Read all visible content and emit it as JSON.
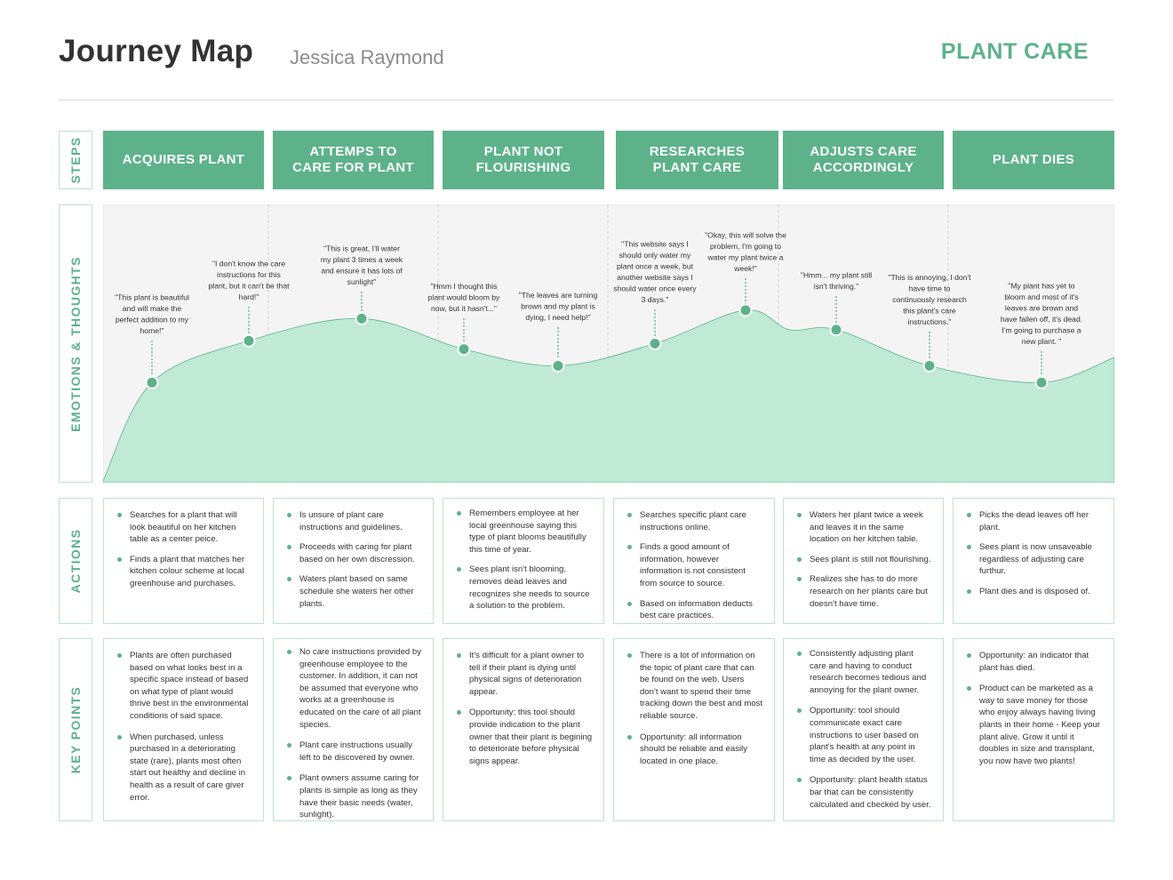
{
  "header": {
    "title": "Journey Map",
    "subtitle": "Jessica Raymond",
    "brand": "PLANT CARE"
  },
  "row_labels": {
    "steps": "STEPS",
    "emotions": "EMOTIONS & THOUGHTS",
    "actions": "ACTIONS",
    "key_points": "KEY POINTS"
  },
  "steps": [
    "ACQUIRES PLANT",
    "ATTEMPS TO\nCARE FOR PLANT",
    "PLANT NOT\nFLOURISHING",
    "RESEARCHES\nPLANT CARE",
    "ADJUSTS CARE\nACCORDINGLY",
    "PLANT DIES"
  ],
  "chart_data": {
    "type": "area",
    "description_points": [
      {
        "quote": [
          "\"This plant is beautiful",
          "and will make the",
          "perfect addition to my",
          "home!\""
        ],
        "level": 0.36
      },
      {
        "quote": [
          "\"I don't know the care",
          "instructions for this",
          "plant, but it can't be that",
          "hard!\""
        ],
        "level": 0.51
      },
      {
        "quote": [
          "\"This is great, I'll water",
          "my plant 3 times a week",
          "and ensure it has lots of",
          "sunlight\""
        ],
        "level": 0.59
      },
      {
        "quote": [
          "\"Hmm I thought this",
          "plant would bloom by",
          "now, but it hasn't...\""
        ],
        "level": 0.48
      },
      {
        "quote": [
          "\"The leaves are turning",
          "brown and my plant is",
          "dying, I need help!\""
        ],
        "level": 0.42
      },
      {
        "quote": [
          "\"This website says I",
          "should only water my",
          "plant once a week, but",
          "another website says I",
          "should water once every",
          "3 days.\""
        ],
        "level": 0.5
      },
      {
        "quote": [
          "\"Okay, this will solve the",
          "problem, I'm going to",
          "water my plant twice a",
          "week!\""
        ],
        "level": 0.62
      },
      {
        "quote": [
          "\"Hmm... my plant still",
          "isn't thriving.\""
        ],
        "level": 0.55
      },
      {
        "quote": [
          "\"This is annoying, I don't",
          "have time to",
          "continuously research",
          "this plant's care",
          "instructions.\""
        ],
        "level": 0.42
      },
      {
        "quote": [
          "\"My plant has yet to",
          "bloom and most of it's",
          "leaves are brown and",
          "have fallen off, it's dead.",
          "I'm going to purchase a",
          "new plant. \""
        ],
        "level": 0.36
      }
    ]
  },
  "actions": [
    [
      "Searches for a plant that will look beautiful on her kitchen table as a center peice.",
      "Finds a plant that matches her kitchen colour scheme at local greenhouse and purchases."
    ],
    [
      "Is unsure of plant care instructions and guidelines.",
      "Proceeds with caring for plant based on her own discression.",
      "Waters plant based on same schedule she waters her other plants."
    ],
    [
      "Remembers employee at her local greenhouse saying this type of plant blooms beautifully this time of year.",
      "Sees plant isn't blooming, removes dead leaves and recognizes she needs to source a solution to the problem."
    ],
    [
      "Searches specific plant care instructions online.",
      "Finds a good amount of information, however information is not consistent from source to source.",
      "Based on information deducts best care practices."
    ],
    [
      "Waters her plant twice a week and leaves it in the same location on her kitchen table.",
      "Sees plant is still not flourishing.",
      "Realizes she has to do more research on her plants care but doesn't have time."
    ],
    [
      "Picks the dead leaves off her plant.",
      "Sees plant is now unsaveable regardless of adjusting care furthur.",
      "Plant dies and is disposed of."
    ]
  ],
  "key_points": [
    [
      "Plants are often purchased based on what looks best in a specific space instead of based on what type of plant would thrive best in the environmental conditions of said space.",
      "When purchased, unless purchased in a deteriorating state (rare), plants most often start out healthy and decline in health as a result of care giver error."
    ],
    [
      "No care instructions provided by greenhouse employee to the customer. In addition, it can not be assumed that everyone who works at a greenhouse is educated on the care of all plant species.",
      "Plant care instructions usually left to be discovered by owner.",
      "Plant owners assume caring for plants is simple as long as they have their basic needs (water, sunlight)."
    ],
    [
      "It's difficult for a plant owner to tell if their plant is dying until physical signs of deterioration appear.",
      "Opportunity: this tool should provide indication to the plant owner that their plant is begining to deteriorate before physical signs appear."
    ],
    [
      "There is a lot of information on the topic of plant care that can be found on the web. Users don't want to spend their time tracking down the best and most reliable source.",
      "Opportunity: all information should be reliable and easily located in one place."
    ],
    [
      "Consistently adjusting plant care and having to conduct research becomes tedious and annoying for the plant owner.",
      "Opportunity: tool should communicate exact care instructions to user based on plant's health at any point in time as decided by the user.",
      "Opportunity: plant health status bar that can be consistently calculated and checked by user."
    ],
    [
      "Opportunity: an indicator that plant has died.",
      "Product can be marketed as a way to save money for those who enjoy always having living plants in their home - Keep your plant alive. Grow it until it doubles in size and transplant, you now have two plants!"
    ]
  ],
  "colors": {
    "accent": "#5db28a",
    "area_fill": "#c0ead5",
    "panel_bg": "#f4f4f4",
    "border": "#bfe3cf"
  }
}
